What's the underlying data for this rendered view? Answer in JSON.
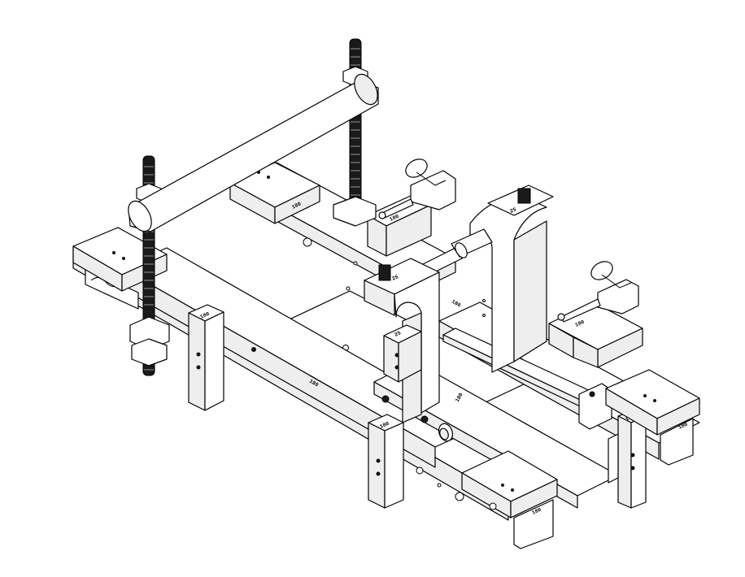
{
  "labels": {
    "top_rear_block": "180",
    "left_front_block": "180",
    "bottom_front_block": "180",
    "bottom_right_block": "180",
    "rail_left": "180",
    "rail_right": "180",
    "clamp_rear": "180",
    "clamp_front": "180",
    "tower_left": "25",
    "tower_right": "25",
    "upright_left": "180",
    "upright_center": "180",
    "upright_right": "180",
    "small_block": "25",
    "base_mark": "180"
  },
  "colors": {
    "line": "#000000",
    "fill": "#ffffff",
    "rod": "#1a1a1a"
  }
}
